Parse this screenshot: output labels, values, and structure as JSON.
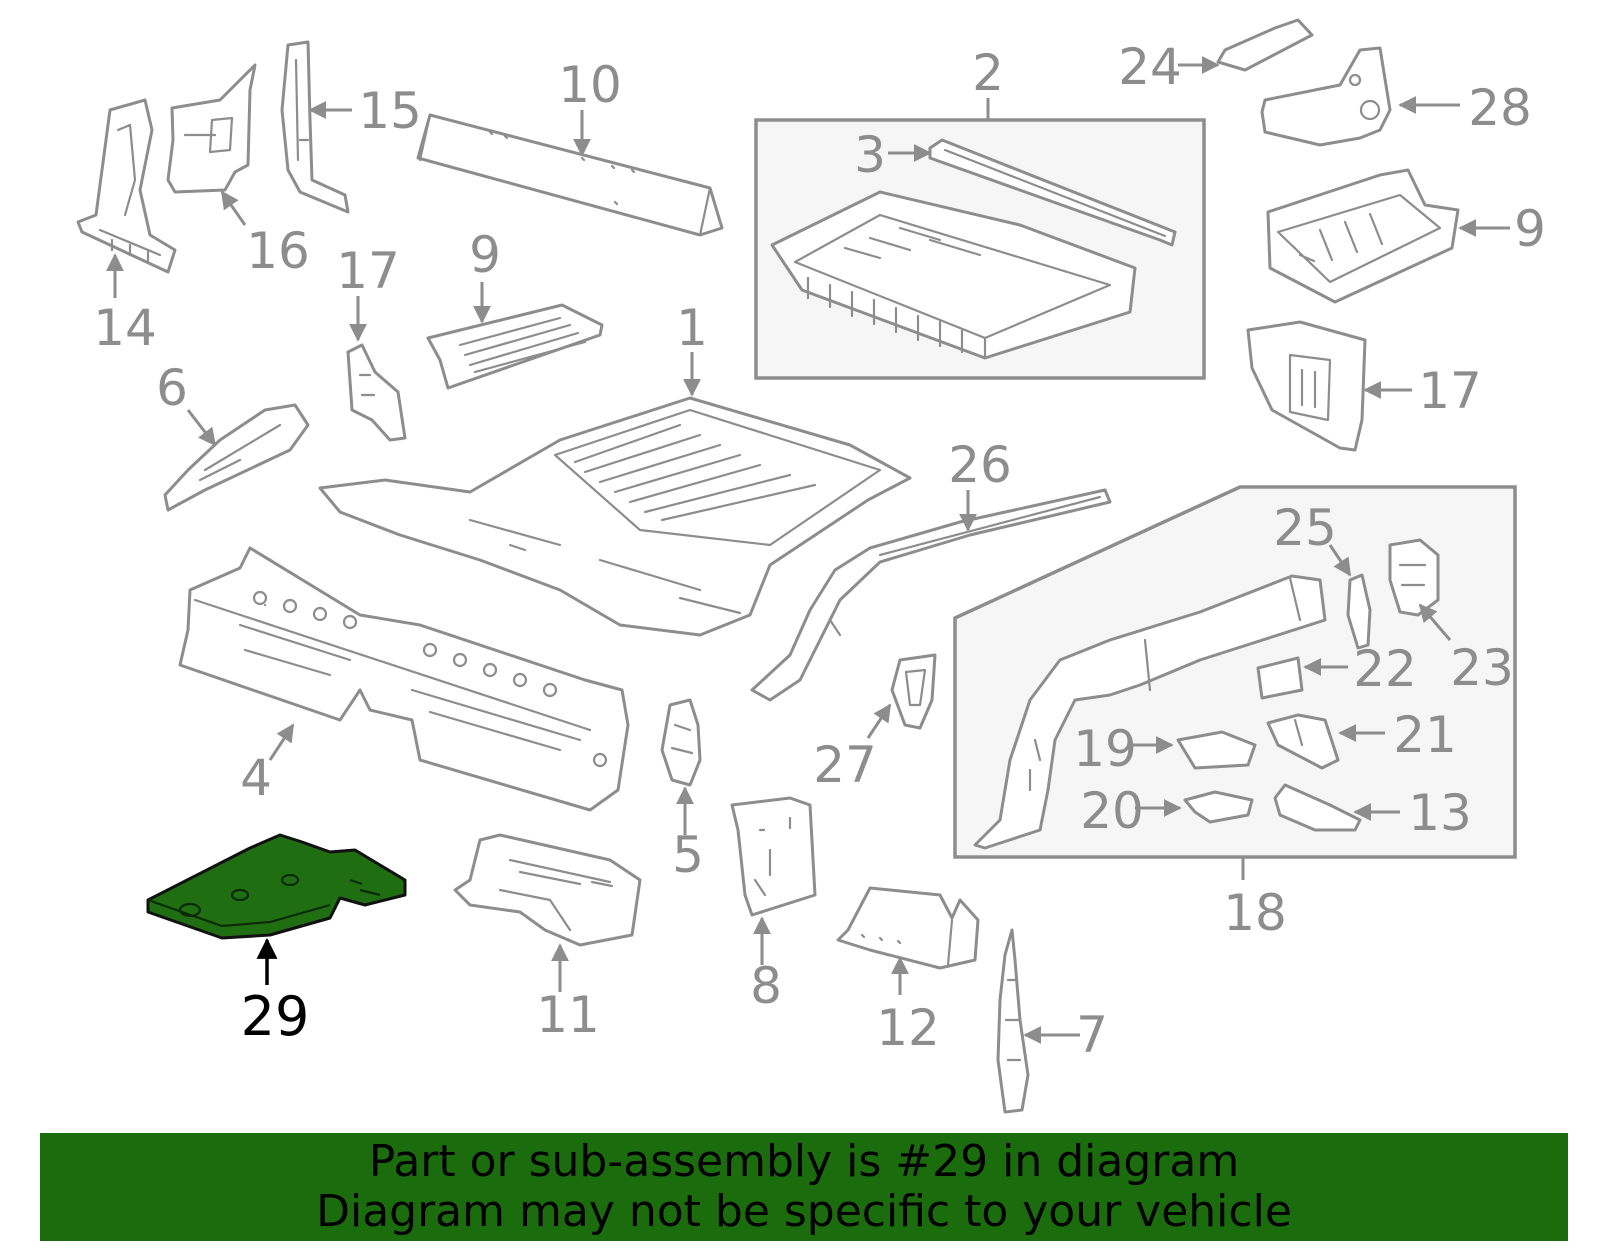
{
  "diagram": {
    "highlighted_part": "29",
    "callouts": [
      {
        "id": "1",
        "label": "1"
      },
      {
        "id": "2",
        "label": "2"
      },
      {
        "id": "3",
        "label": "3"
      },
      {
        "id": "4",
        "label": "4"
      },
      {
        "id": "5",
        "label": "5"
      },
      {
        "id": "6",
        "label": "6"
      },
      {
        "id": "7",
        "label": "7"
      },
      {
        "id": "8",
        "label": "8"
      },
      {
        "id": "9a",
        "label": "9"
      },
      {
        "id": "9b",
        "label": "9"
      },
      {
        "id": "10",
        "label": "10"
      },
      {
        "id": "11",
        "label": "11"
      },
      {
        "id": "12",
        "label": "12"
      },
      {
        "id": "13",
        "label": "13"
      },
      {
        "id": "14",
        "label": "14"
      },
      {
        "id": "15",
        "label": "15"
      },
      {
        "id": "16",
        "label": "16"
      },
      {
        "id": "17a",
        "label": "17"
      },
      {
        "id": "17b",
        "label": "17"
      },
      {
        "id": "18",
        "label": "18"
      },
      {
        "id": "19",
        "label": "19"
      },
      {
        "id": "20",
        "label": "20"
      },
      {
        "id": "21",
        "label": "21"
      },
      {
        "id": "22",
        "label": "22"
      },
      {
        "id": "23",
        "label": "23"
      },
      {
        "id": "24",
        "label": "24"
      },
      {
        "id": "25",
        "label": "25"
      },
      {
        "id": "26",
        "label": "26"
      },
      {
        "id": "27",
        "label": "27"
      },
      {
        "id": "28",
        "label": "28"
      },
      {
        "id": "29",
        "label": "29"
      }
    ]
  },
  "banner": {
    "line1": "Part or sub-assembly is #29 in diagram",
    "line2": "Diagram may not be specific to your vehicle"
  },
  "colors": {
    "highlight": "#1f6f12",
    "banner": "#1b6c0d",
    "line_art": "#8d8d8d"
  }
}
